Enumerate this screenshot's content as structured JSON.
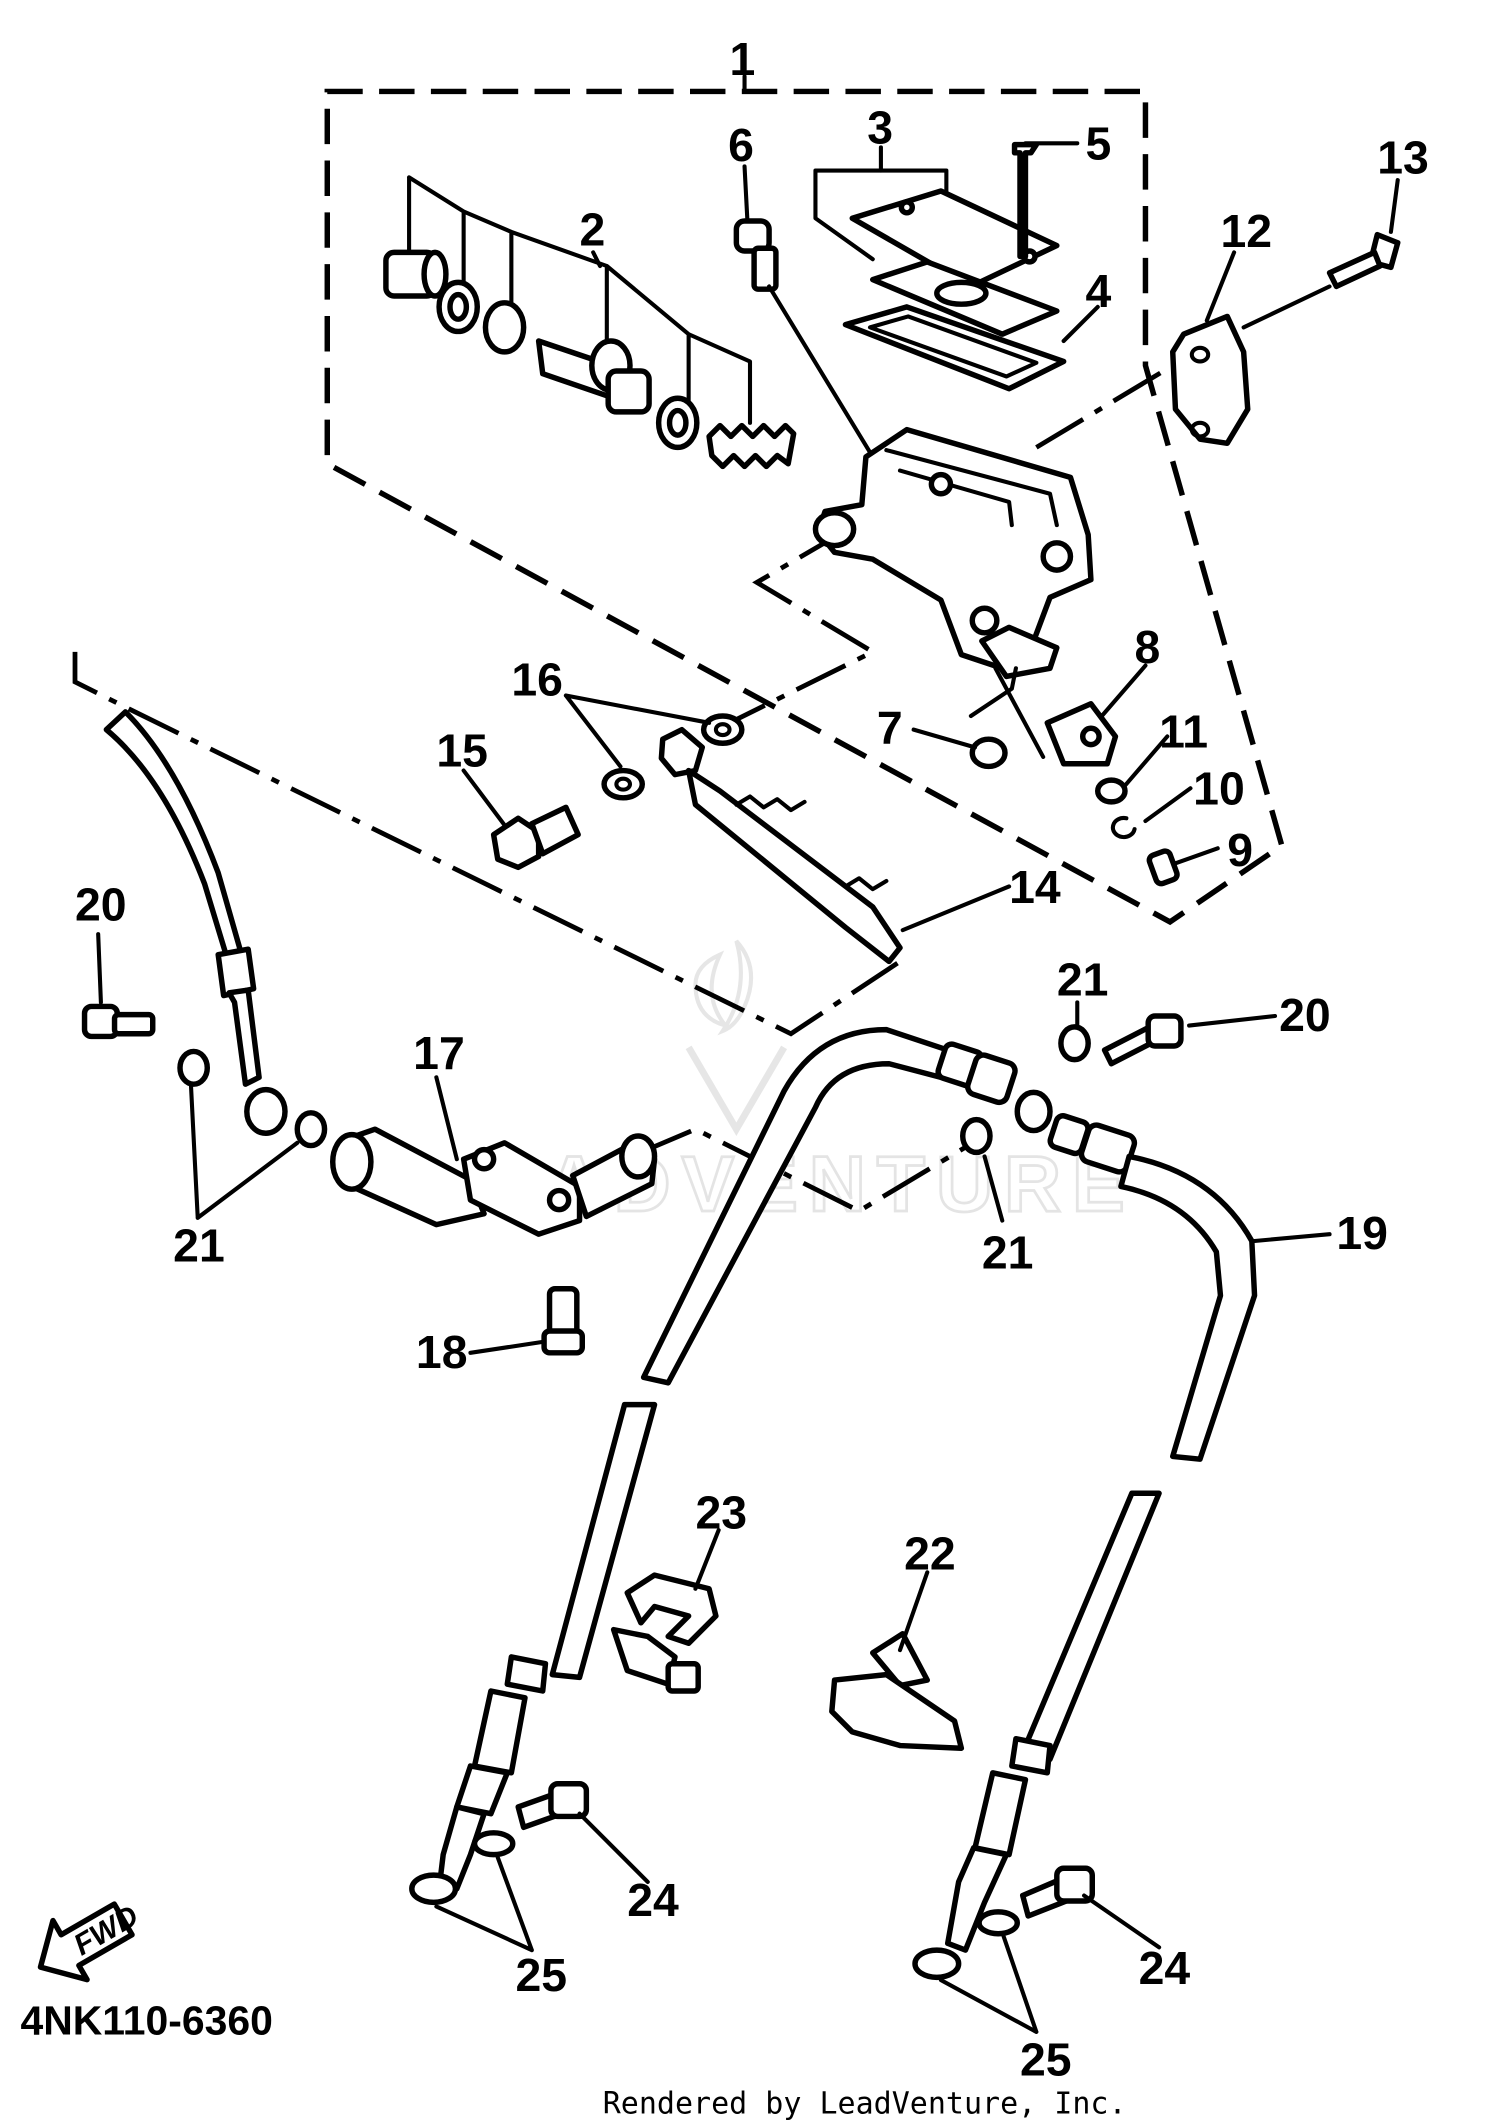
{
  "diagram_code": "4NK110-6360",
  "credit": "Rendered by LeadVenture, Inc.",
  "watermark": "ADVENTURE",
  "direction_arrow": "FWD",
  "callouts": [
    {
      "id": "c1",
      "label": "1"
    },
    {
      "id": "c2",
      "label": "2"
    },
    {
      "id": "c3",
      "label": "3"
    },
    {
      "id": "c4",
      "label": "4"
    },
    {
      "id": "c5",
      "label": "5"
    },
    {
      "id": "c6",
      "label": "6"
    },
    {
      "id": "c7",
      "label": "7"
    },
    {
      "id": "c8",
      "label": "8"
    },
    {
      "id": "c9",
      "label": "9"
    },
    {
      "id": "c10",
      "label": "10"
    },
    {
      "id": "c11",
      "label": "11"
    },
    {
      "id": "c12",
      "label": "12"
    },
    {
      "id": "c13",
      "label": "13"
    },
    {
      "id": "c14",
      "label": "14"
    },
    {
      "id": "c15",
      "label": "15"
    },
    {
      "id": "c16",
      "label": "16"
    },
    {
      "id": "c17",
      "label": "17"
    },
    {
      "id": "c18",
      "label": "18"
    },
    {
      "id": "c19",
      "label": "19"
    },
    {
      "id": "c20a",
      "label": "20"
    },
    {
      "id": "c20b",
      "label": "20"
    },
    {
      "id": "c21a",
      "label": "21"
    },
    {
      "id": "c21b",
      "label": "21"
    },
    {
      "id": "c21c",
      "label": "21"
    },
    {
      "id": "c22",
      "label": "22"
    },
    {
      "id": "c23",
      "label": "23"
    },
    {
      "id": "c24a",
      "label": "24"
    },
    {
      "id": "c24b",
      "label": "24"
    },
    {
      "id": "c25a",
      "label": "25"
    },
    {
      "id": "c25b",
      "label": "25"
    }
  ]
}
